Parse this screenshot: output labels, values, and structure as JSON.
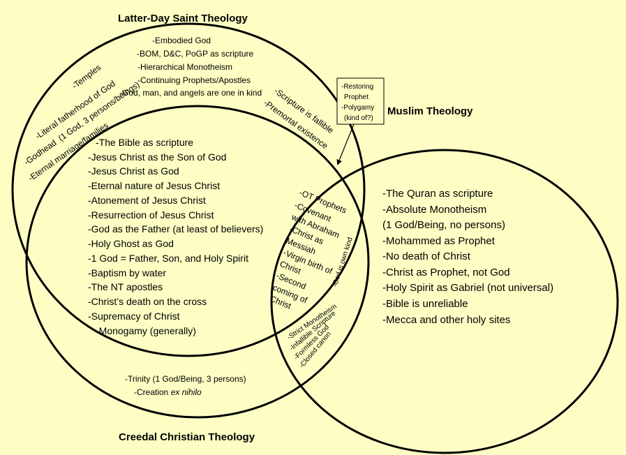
{
  "titles": {
    "lds": "Latter-Day Saint Theology",
    "muslim": "Muslim Theology",
    "creedal": "Creedal Christian Theology"
  },
  "lds_only": [
    "-Embodied God",
    "-BOM, D&C, PoGP as scripture",
    "-Hierarchical Monotheism",
    "-Continuing Prophets/Apostles",
    "-God, man, and angels are one in kind"
  ],
  "lds_left_arc": [
    "-Temples",
    "-Literal fatherhood of God",
    "-Godhead  (1 God, 3 persons/beings)",
    "-Eternal marriage/families"
  ],
  "lds_right_arc": [
    "-Scripture is fallible",
    "-Premortal existence"
  ],
  "callout": [
    "-Restoring",
    "Prophet",
    "-Polygamy",
    "(kind of?)"
  ],
  "lds_creedal_shared": [
    "-The Bible as scripture",
    "-Jesus Christ as the Son of God",
    "-Jesus Christ as God",
    "-Eternal nature of Jesus Christ",
    "-Atonement of Jesus Christ",
    "-Resurrection of Jesus Christ",
    "-God as the Father (at least of believers)",
    "-Holy Ghost as God",
    "-1 God = Father, Son, and Holy Spirit",
    "-Baptism by water",
    "-The NT apostles",
    "-Christ’s death on the cross",
    "-Supremacy of Christ",
    "-Monogamy (generally)"
  ],
  "all_three": [
    "-OT Prophets",
    "-Covenant",
    "with Abraham",
    "-Christ as",
    "Messiah",
    "-Virgin birth of",
    "Christ",
    "-Second",
    "coming of",
    "Christ"
  ],
  "creedal_muslim_right": "-God is own kind",
  "creedal_muslim_shared": [
    "-Strict Monotheism",
    "-Infallible Scripture",
    "-Formless God",
    "-Closed canon"
  ],
  "muslim_only": [
    "-The Quran as scripture",
    "-Absolute Monotheism",
    "(1 God/Being, no persons)",
    "-Mohammed as Prophet",
    "-No death of Christ",
    "-Christ as Prophet, not God",
    "-Holy Spirit as Gabriel (not universal)",
    "-Bible is unreliable",
    "-Mecca and other holy sites"
  ],
  "creedal_only": {
    "trinity": "-Trinity (1 God/Being, 3 persons)",
    "creation_prefix": "-Creation ",
    "creation_italic": "ex nihilo"
  }
}
